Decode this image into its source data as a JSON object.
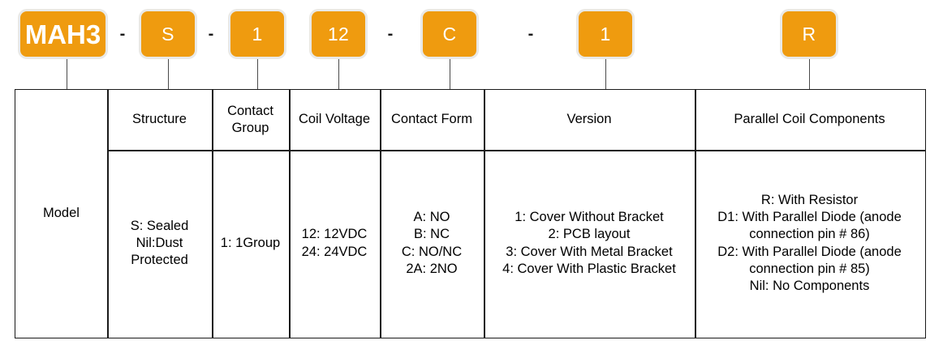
{
  "part_number": {
    "segments": [
      {
        "name": "model",
        "value": "MAH3",
        "emphasis": "bold"
      },
      {
        "name": "structure",
        "value": "S"
      },
      {
        "name": "contact-group",
        "value": "1"
      },
      {
        "name": "coil-voltage",
        "value": "12"
      },
      {
        "name": "contact-form",
        "value": "C"
      },
      {
        "name": "version",
        "value": "1"
      },
      {
        "name": "parallel-coil-components",
        "value": "R"
      }
    ],
    "separator": "-",
    "box_color": "#ef9b0f",
    "box_text_color": "#ffffff",
    "box_border_color": "#e9e9e7"
  },
  "legend_table": {
    "columns": [
      {
        "header": "Model",
        "merged_full_height": true,
        "options": []
      },
      {
        "header": "Structure",
        "options": [
          "S: Sealed",
          "Nil:Dust",
          "Protected"
        ]
      },
      {
        "header": "Contact Group",
        "options": [
          "1: 1Group"
        ]
      },
      {
        "header": "Coil Voltage",
        "options": [
          "12: 12VDC",
          "24: 24VDC"
        ]
      },
      {
        "header": "Contact Form",
        "options": [
          "A: NO",
          "B: NC",
          "C: NO/NC",
          "2A: 2NO"
        ]
      },
      {
        "header": "Version",
        "options": [
          "1: Cover Without Bracket",
          "2: PCB layout",
          "3: Cover With Metal Bracket",
          "4: Cover With Plastic Bracket"
        ]
      },
      {
        "header": "Parallel Coil Components",
        "options": [
          "R: With Resistor",
          "D1: With Parallel Diode (anode",
          "connection pin # 86)",
          "D2: With Parallel Diode (anode",
          "connection pin # 85)",
          "Nil: No Components"
        ]
      }
    ],
    "border_color": "#1a1a1a"
  }
}
